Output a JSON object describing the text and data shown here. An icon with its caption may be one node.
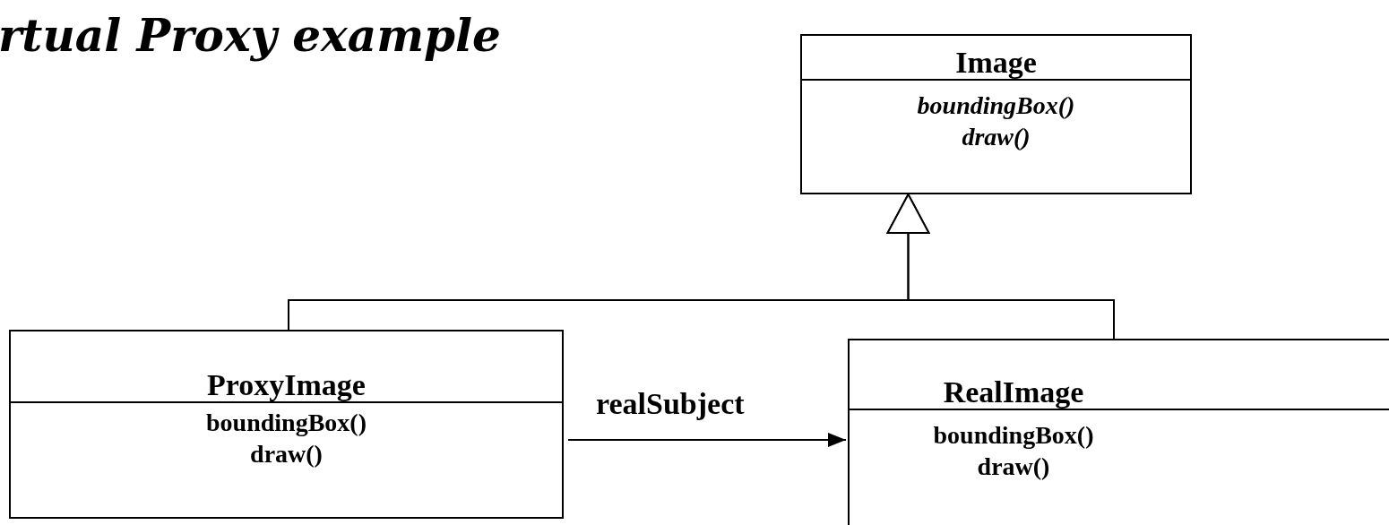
{
  "diagram": {
    "title": "rtual Proxy example",
    "nodes": [
      {
        "text": [
          "Image",
          "boundingBox() draw()"
        ]
      },
      {
        "text": [
          "ProxyImage",
          "boundingBox() draw()"
        ]
      },
      {
        "text": [
          "RealImage",
          "boundingBox() draw()"
        ]
      }
    ],
    "edges": [
      {
        "from": 1,
        "to": 0,
        "arrow": "to"
      },
      {
        "from": 2,
        "to": 0,
        "arrow": "to"
      },
      {
        "from": 1,
        "to": 2,
        "arrow": "to",
        "label": "realSubject"
      }
    ]
  }
}
